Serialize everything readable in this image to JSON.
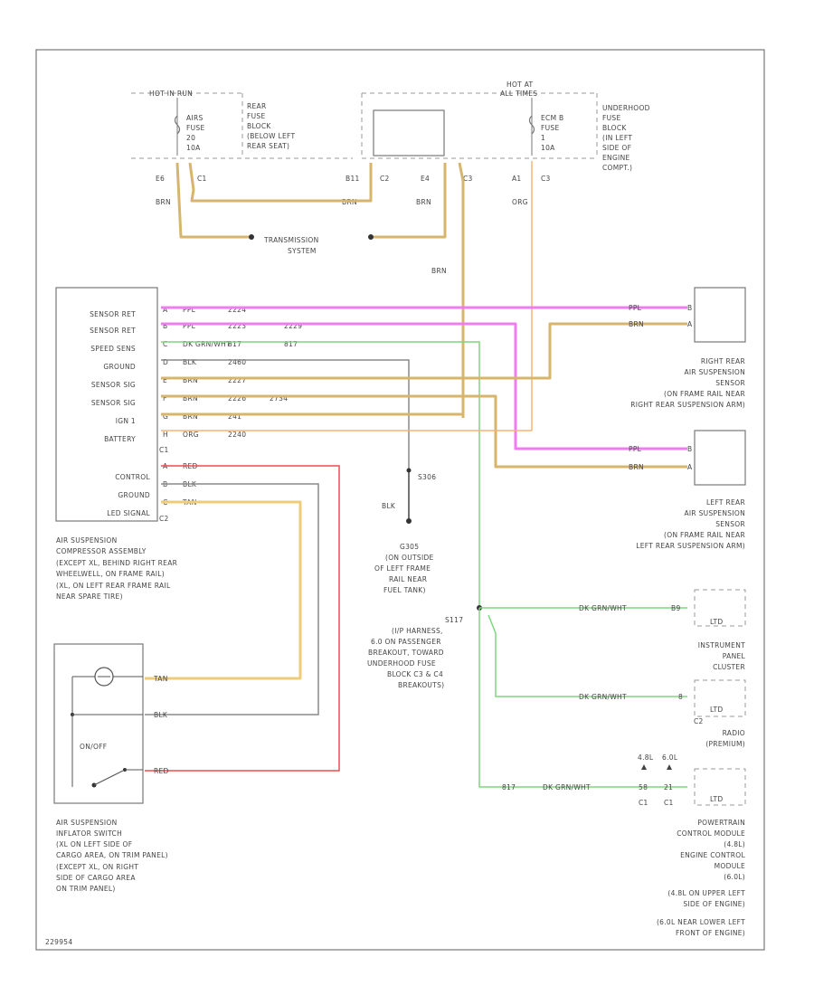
{
  "colors": {
    "brn": "#d7b56d",
    "ppl": "#f07cf2",
    "dkgrn_wht": "#7fd67f",
    "blk": "#8a8a8a",
    "org": "#f7b377",
    "red": "#f04c4c",
    "tan": "#efcc7a"
  },
  "top": {
    "hot_in_run": "HOT IN RUN",
    "rear_fuse": [
      "AIRS",
      "FUSE",
      "20",
      "10A"
    ],
    "rear_fuse_block_note": [
      "REAR",
      "FUSE",
      "BLOCK",
      "(BELOW LEFT",
      "REAR SEAT)"
    ],
    "hot_at_all_times": [
      "HOT AT",
      "ALL TIMES"
    ],
    "ecm_fuse": [
      "ECM B",
      "FUSE",
      "1",
      "10A"
    ],
    "underhood_note": [
      "UNDERHOOD",
      "FUSE",
      "BLOCK",
      "(IN LEFT",
      "SIDE OF",
      "ENGINE",
      "COMPT.)"
    ],
    "conn": {
      "e6": "E6",
      "c1": "C1",
      "b11": "B11",
      "c2": "C2",
      "e4": "E4",
      "c3": "C3",
      "a1": "A1",
      "c3b": "C3"
    },
    "wire": {
      "brn1": "BRN",
      "brn2": "BRN",
      "brn3": "BRN",
      "org": "ORG",
      "brn_vert": "BRN"
    },
    "transmission": [
      "TRANSMISSION",
      "SYSTEM"
    ]
  },
  "compressor": {
    "pins": [
      "SENSOR RET",
      "SENSOR RET",
      "SPEED SENS",
      "GROUND",
      "SENSOR SIG",
      "SENSOR SIG",
      "IGN 1",
      "BATTERY"
    ],
    "pin_nums": [
      "A",
      "B",
      "C",
      "D",
      "E",
      "F",
      "G",
      "H"
    ],
    "wire_colors": [
      "PPL",
      "PPL",
      "DK GRN/WHT",
      "BLK",
      "BRN",
      "BRN",
      "BRN",
      "ORG"
    ],
    "circuits": [
      "2224",
      "2223",
      "817",
      "2460",
      "2227",
      "2226",
      "241",
      "2240"
    ],
    "mid_labels": [
      "",
      "2229",
      "817",
      "",
      "",
      "2734",
      "",
      ""
    ],
    "c1": "C1",
    "c2_pins": [
      "CONTROL",
      "GROUND",
      "LED SIGNAL"
    ],
    "c2_pin_nums": [
      "A",
      "B",
      "C"
    ],
    "c2_wires": [
      "RED",
      "BLK",
      "TAN"
    ],
    "c2": "C2",
    "description": [
      "AIR SUSPENSION",
      "COMPRESSOR ASSEMBLY",
      "(EXCEPT XL, BEHIND RIGHT REAR",
      "WHEELWELL, ON FRAME RAIL)",
      "(XL, ON LEFT REAR FRAME RAIL",
      "NEAR SPARE TIRE)"
    ]
  },
  "ground": {
    "label": "S306",
    "wire": "BLK",
    "g_lines": [
      "G305",
      "(ON OUTSIDE",
      "OF LEFT FRAME",
      "RAIL NEAR",
      "FUEL TANK)"
    ]
  },
  "splice": [
    "S117",
    "(I/P HARNESS,",
    "6.0 ON PASSENGER",
    "BREAKOUT, TOWARD",
    "UNDERHOOD FUSE",
    "BLOCK C3 & C4",
    "BREAKOUTS)"
  ],
  "right_rear": {
    "wire1": "PPL",
    "wire2": "BRN",
    "pin1": "B",
    "pin2": "A",
    "desc": [
      "RIGHT REAR",
      "AIR SUSPENSION",
      "SENSOR",
      "(ON FRAME RAIL NEAR",
      "RIGHT REAR SUSPENSION ARM)"
    ]
  },
  "left_rear": {
    "wire1": "PPL",
    "wire2": "BRN",
    "pin1": "B",
    "pin2": "A",
    "desc": [
      "LEFT REAR",
      "AIR SUSPENSION",
      "SENSOR",
      "(ON FRAME RAIL NEAR",
      "LEFT REAR SUSPENSION ARM)"
    ]
  },
  "cluster": {
    "wire": "DK GRN/WHT",
    "pin": "B9",
    "led": "LTD",
    "desc": [
      "INSTRUMENT",
      "PANEL",
      "CLUSTER"
    ]
  },
  "radio": {
    "wire": "DK GRN/WHT",
    "pin": "8",
    "conn": "C2",
    "led": "LTD",
    "desc": [
      "RADIO",
      "(PREMIUM)"
    ]
  },
  "pcm": {
    "wire1": "817",
    "wire2": "DK GRN/WHT",
    "pin_a": "58",
    "pin_b": "21",
    "conn_a": "C1",
    "conn_b": "C1",
    "eng_a": "4.8L",
    "eng_b": "6.0L",
    "led": "LTD",
    "desc": [
      "POWERTRAIN",
      "CONTROL MODULE",
      "(4.8L)",
      "ENGINE CONTROL",
      "MODULE",
      "(6.0L)",
      "(4.8L ON UPPER LEFT",
      "SIDE OF ENGINE)",
      "(6.0L NEAR LOWER LEFT",
      "FRONT OF ENGINE)"
    ]
  },
  "switch": {
    "on_off": "ON/OFF",
    "wires": [
      "TAN",
      "BLK",
      "RED"
    ],
    "desc": [
      "AIR SUSPENSION",
      "INFLATOR SWITCH",
      "(XL ON LEFT SIDE OF",
      "CARGO AREA, ON TRIM PANEL)",
      "(EXCEPT XL, ON RIGHT",
      "SIDE OF CARGO AREA",
      "ON TRIM PANEL)"
    ]
  },
  "footer": "229954"
}
